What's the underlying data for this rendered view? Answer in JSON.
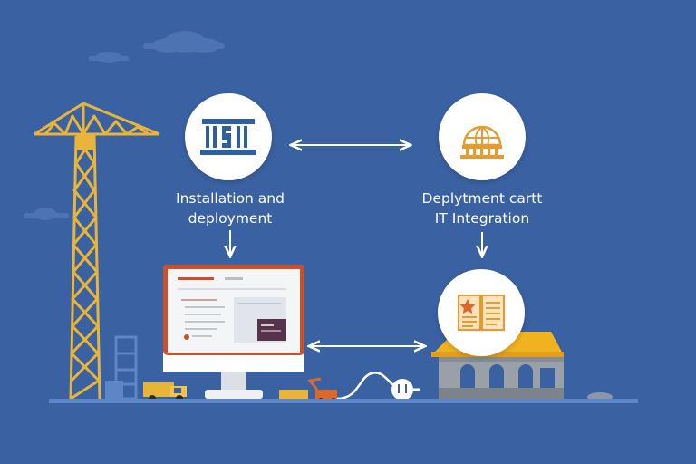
{
  "nodes": {
    "installation": {
      "label_line1": "Installation and",
      "label_line2": "deployment",
      "icon": "government-building-icon"
    },
    "deployment_it": {
      "label_line1": "Deplytment cartt",
      "label_line2": "IT Integration",
      "icon": "globe-building-icon"
    },
    "document": {
      "icon": "book-star-icon"
    },
    "computer": {
      "icon": "monitor-icon"
    }
  },
  "colors": {
    "background": "#3a61a1",
    "crane": "#e9b43a",
    "icon_blue": "#2f5fa3",
    "icon_orange": "#e79b2d",
    "ground": "#5c86c6",
    "arrow": "#ffffff"
  }
}
